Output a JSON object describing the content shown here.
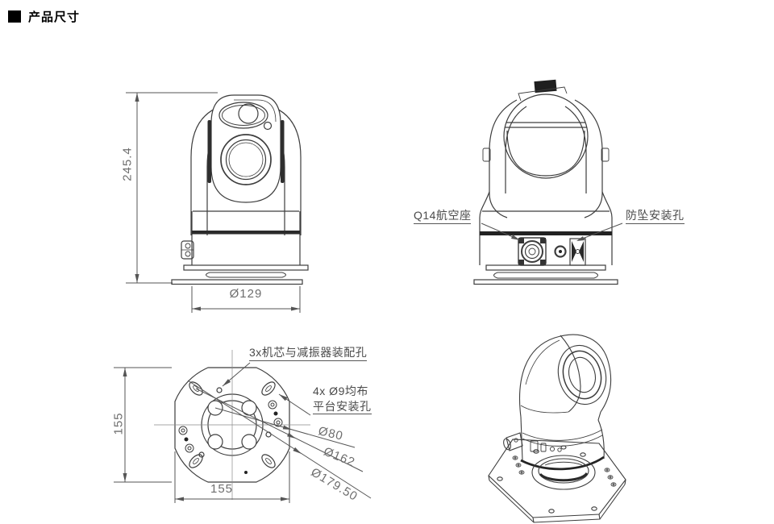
{
  "header": {
    "title": "产品尺寸"
  },
  "front_view": {
    "height_dim": "245.4",
    "diameter_dim": "Ø129"
  },
  "rear_view": {
    "connector_label": "Q14航空座",
    "antifall_label": "防坠安装孔"
  },
  "bottom_view": {
    "height_dim": "155",
    "width_dim": "155",
    "damper_holes_label": "3x机芯与减振器装配孔",
    "platform_holes_line1": "4x Ø9均布",
    "platform_holes_line2": "平台安装孔",
    "dia_80": "Ø80",
    "dia_162": "Ø162",
    "dia_179_50": "Ø179.50"
  },
  "colors": {
    "line": "#3d3d3d",
    "dim_line": "#555555",
    "dim_text": "#6e6e6e",
    "label_text": "#4a4a4a"
  }
}
